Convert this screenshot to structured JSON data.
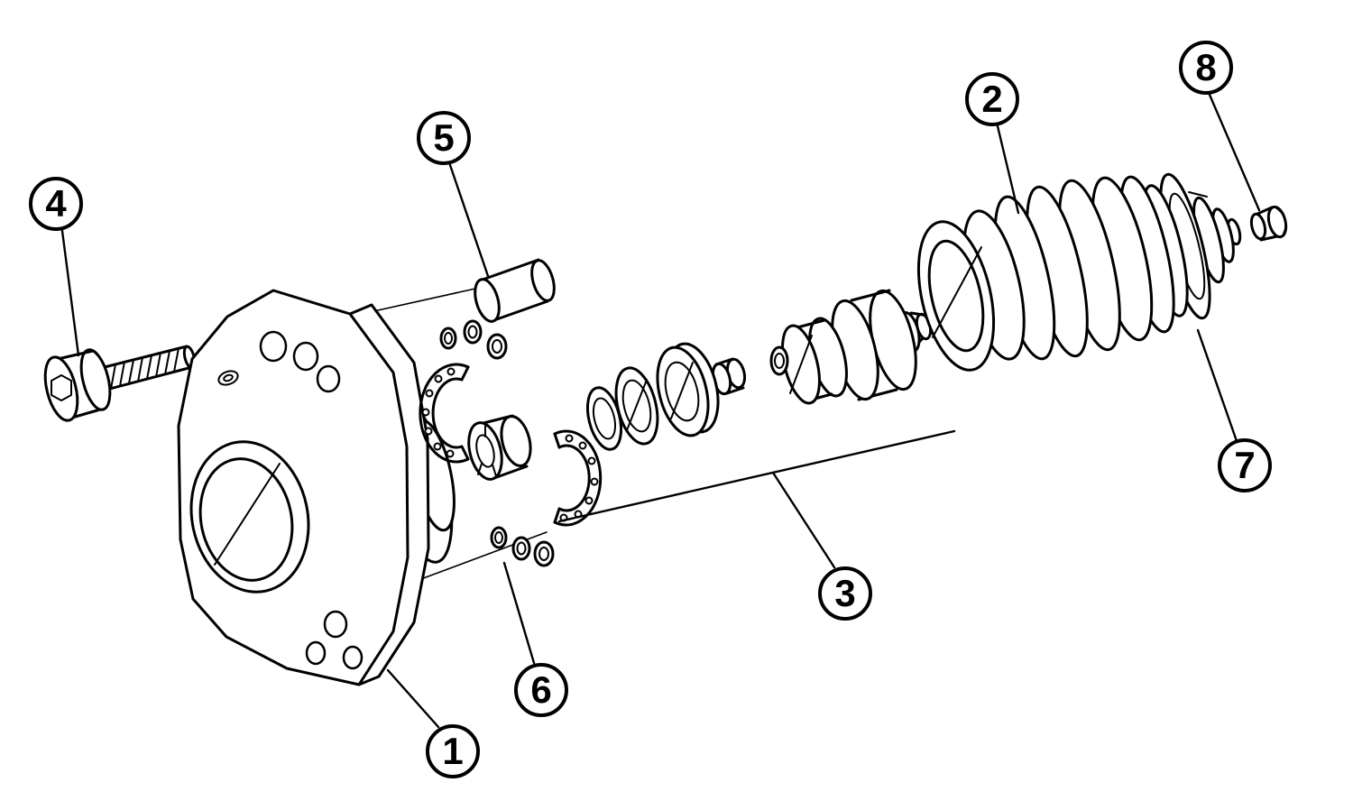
{
  "figure": {
    "type": "exploded-view-parts-diagram",
    "background_color": "#ffffff",
    "line_color": "#000000",
    "callouts": [
      {
        "label": "1"
      },
      {
        "label": "2"
      },
      {
        "label": "3"
      },
      {
        "label": "4"
      },
      {
        "label": "5"
      },
      {
        "label": "6"
      },
      {
        "label": "7"
      },
      {
        "label": "8"
      }
    ]
  }
}
